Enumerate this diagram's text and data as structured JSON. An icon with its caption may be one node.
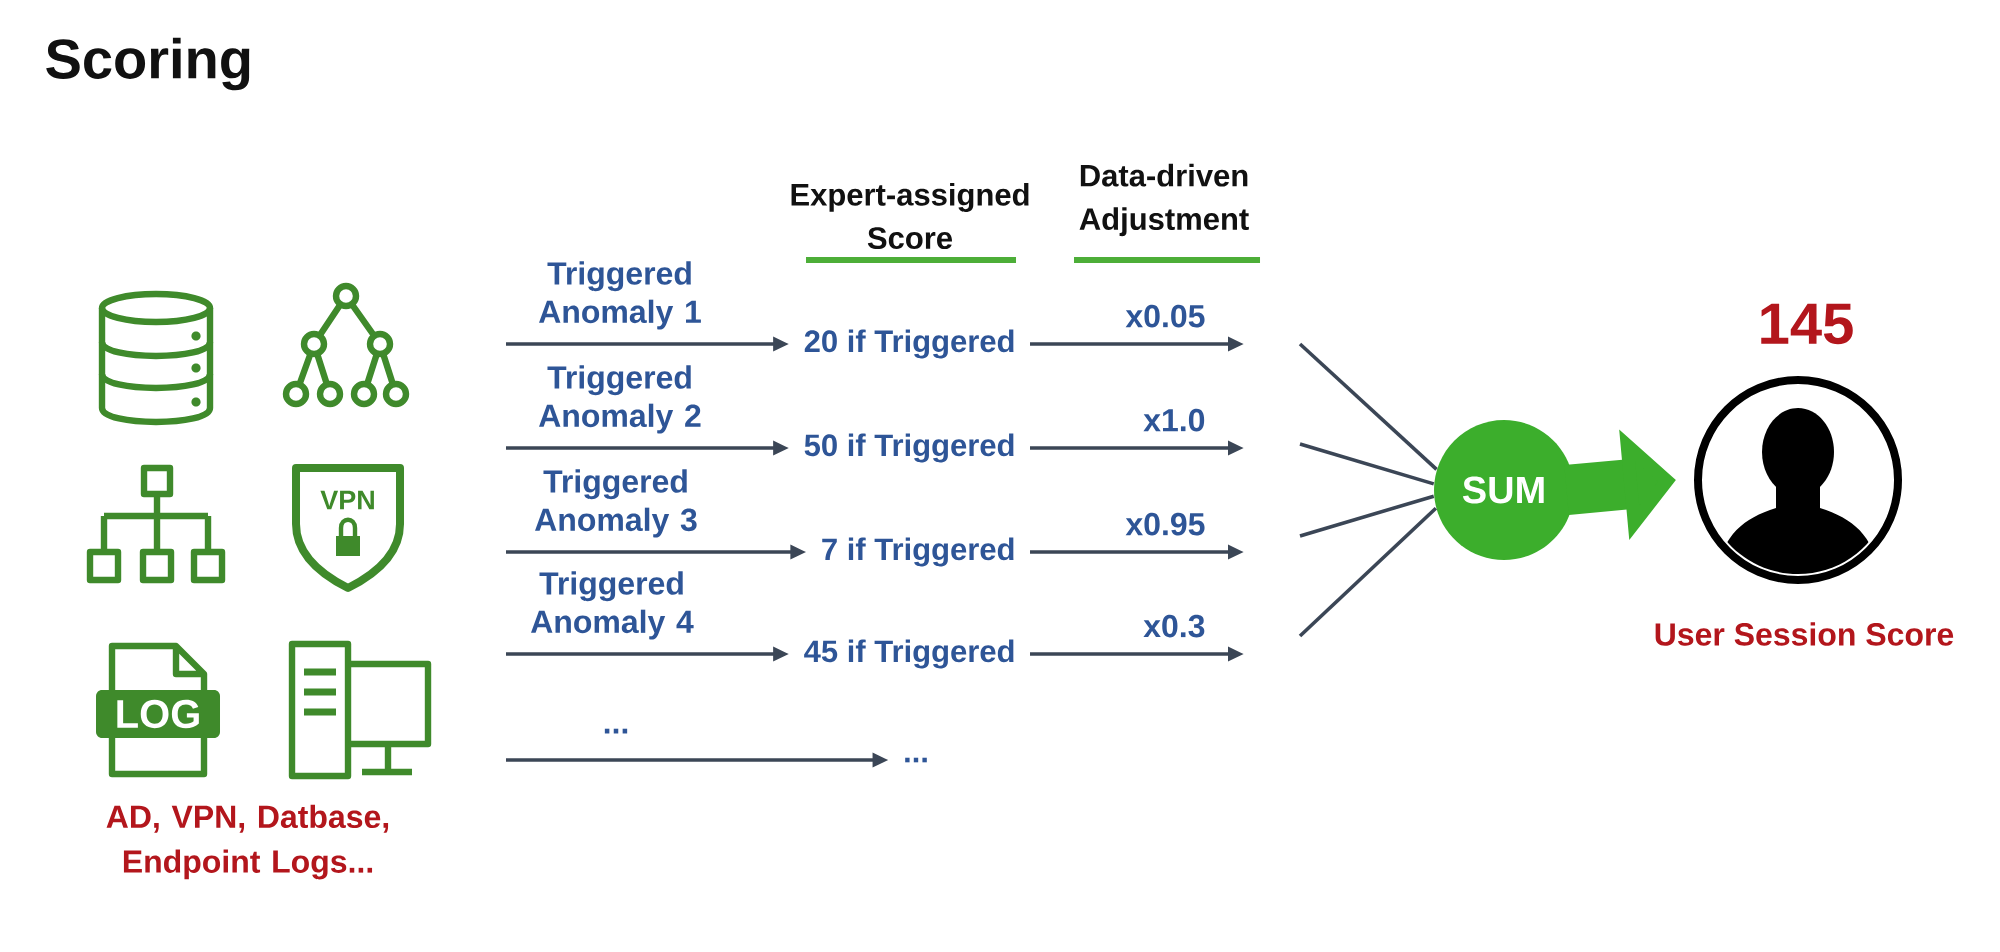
{
  "diagram": {
    "title": "Scoring",
    "nodes": [
      {
        "text": [
          "20 if Triggered"
        ]
      },
      {
        "text": [
          "50 if Triggered"
        ]
      },
      {
        "text": [
          "7 if Triggered"
        ]
      },
      {
        "text": [
          "45 if Triggered"
        ]
      },
      {
        "text": [
          "..."
        ]
      },
      {
        "text": [
          "SUM"
        ]
      },
      {
        "text": [
          "145",
          "User Session Score"
        ]
      }
    ],
    "edges": [
      {
        "from": null,
        "to": 0,
        "arrow": "to",
        "label": "Triggered Anomaly 1"
      },
      {
        "from": null,
        "to": 1,
        "arrow": "to",
        "label": "Triggered Anomaly 2"
      },
      {
        "from": null,
        "to": 2,
        "arrow": "to",
        "label": "Triggered Anomaly 3"
      },
      {
        "from": null,
        "to": 3,
        "arrow": "to",
        "label": "Triggered Anomaly 4"
      },
      {
        "from": null,
        "to": 4,
        "arrow": "to",
        "label": "..."
      },
      {
        "from": 0,
        "to": null,
        "arrow": "to",
        "label": "x0.05"
      },
      {
        "from": 1,
        "to": null,
        "arrow": "to",
        "label": "x1.0"
      },
      {
        "from": 2,
        "to": null,
        "arrow": "to",
        "label": "x0.95"
      },
      {
        "from": 3,
        "to": null,
        "arrow": "to",
        "label": "x0.3"
      },
      {
        "from": null,
        "to": 5,
        "arrow": "none"
      },
      {
        "from": null,
        "to": 5,
        "arrow": "none"
      },
      {
        "from": null,
        "to": 5,
        "arrow": "none"
      },
      {
        "from": null,
        "to": 5,
        "arrow": "none"
      },
      {
        "from": 5,
        "to": 6,
        "arrow": "to",
        "style": "thick",
        "color": "#3cae2c"
      }
    ],
    "labels": [
      "Expert-assigned Score",
      "Data-driven Adjustment",
      "VPN",
      "LOG",
      "AD, VPN, Datbase, Endpoint Logs..."
    ]
  }
}
